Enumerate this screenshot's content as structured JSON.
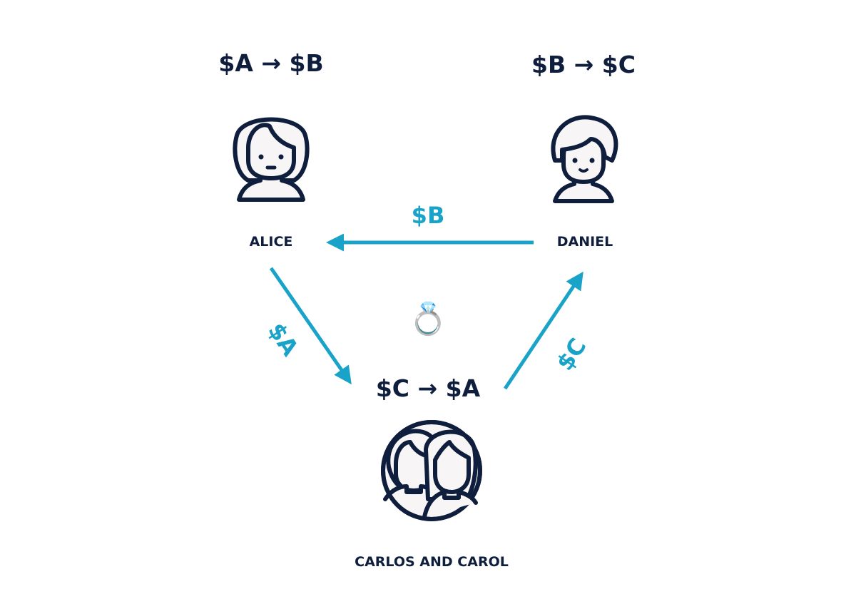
{
  "nodes": {
    "alice": {
      "name": "ALICE",
      "swap": "$A → $B"
    },
    "daniel": {
      "name": "DANIEL",
      "swap": "$B → $C"
    },
    "couple": {
      "name": "CARLOS AND CAROL",
      "swap": "$C → $A"
    }
  },
  "edges": {
    "daniel_to_alice": "$B",
    "alice_to_couple": "$A",
    "couple_to_daniel": "$C"
  },
  "center_icon": {
    "emoji": "💍",
    "icon": "ring-icon"
  },
  "colors": {
    "text": "#0f1e3c",
    "accent": "#1aa3c8"
  }
}
